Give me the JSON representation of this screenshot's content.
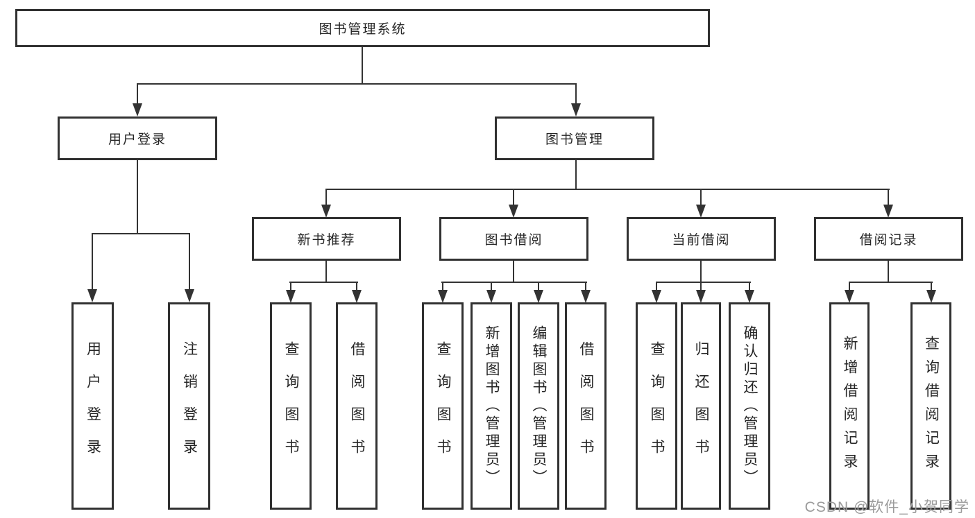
{
  "diagram": {
    "root": {
      "label": "图书管理系统"
    },
    "branches": [
      {
        "label": "用户登录",
        "children": [
          {
            "label": "用户登录"
          },
          {
            "label": "注销登录"
          }
        ]
      },
      {
        "label": "图书管理",
        "children": [
          {
            "label": "新书推荐",
            "children": [
              {
                "label": "查询图书"
              },
              {
                "label": "借阅图书"
              }
            ]
          },
          {
            "label": "图书借阅",
            "children": [
              {
                "label": "查询图书"
              },
              {
                "label": "新增图书（管理员）"
              },
              {
                "label": "编辑图书（管理员）"
              },
              {
                "label": "借阅图书"
              }
            ]
          },
          {
            "label": "当前借阅",
            "children": [
              {
                "label": "查询图书"
              },
              {
                "label": "归还图书"
              },
              {
                "label": "确认归还（管理员）"
              }
            ]
          },
          {
            "label": "借阅记录",
            "children": [
              {
                "label": "新增借阅记录"
              },
              {
                "label": "查询借阅记录"
              }
            ]
          }
        ]
      }
    ]
  },
  "watermark": {
    "text": "CSDN @软件_小贺同学"
  },
  "colors": {
    "line": "#333333",
    "box_border": "#313131",
    "text": "#262626",
    "background": "#ffffff",
    "watermark": "#9b9b9b"
  }
}
